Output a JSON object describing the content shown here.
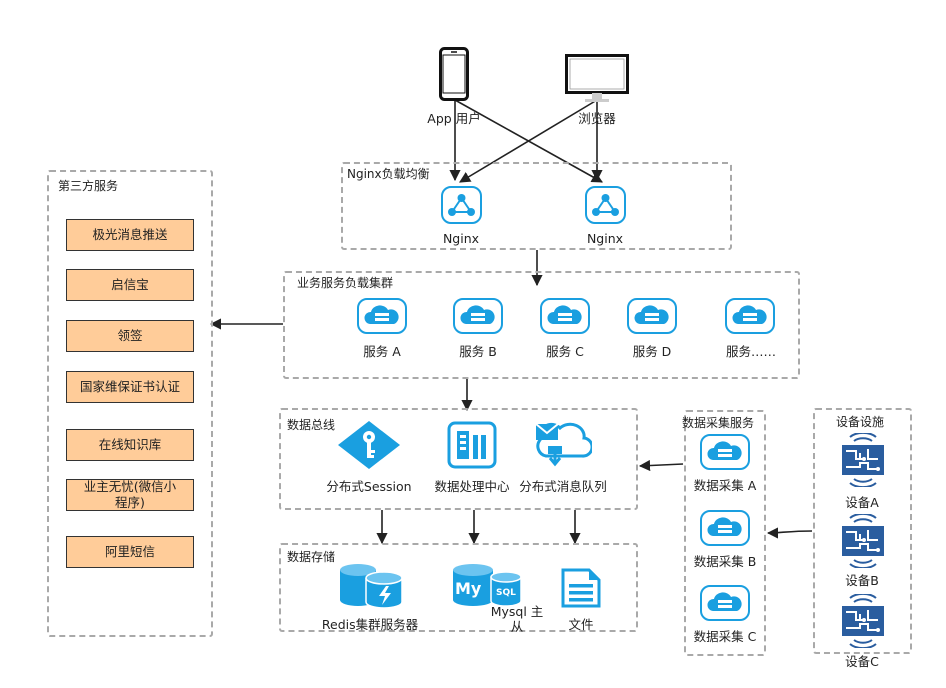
{
  "clients": {
    "app_label": "App 用户",
    "browser_label": "浏览器"
  },
  "nginx": {
    "title": "Nginx负载均衡",
    "nodes": [
      "Nginx",
      "Nginx"
    ]
  },
  "business": {
    "title": "业务服务负载集群",
    "services": [
      "服务 A",
      "服务 B",
      "服务 C",
      "服务 D",
      "服务……"
    ]
  },
  "third_party": {
    "title": "第三方服务",
    "items": [
      "极光消息推送",
      "启信宝",
      "领签",
      "国家维保证书认证",
      "在线知识库",
      "业主无忧(微信小程序)",
      "阿里短信"
    ]
  },
  "bus": {
    "title": "数据总线",
    "items": [
      "分布式Session",
      "数据处理中心",
      "分布式消息队列"
    ]
  },
  "storage": {
    "title": "数据存储",
    "items": [
      "Redis集群服务器",
      "Mysql 主从",
      "文件"
    ],
    "mysql_logo_text": "My",
    "sql_logo_text": "SQL"
  },
  "collect": {
    "title": "数据采集服务",
    "items": [
      "数据采集 A",
      "数据采集 B",
      "数据采集 C"
    ]
  },
  "devices": {
    "title": "设备设施",
    "items": [
      "设备A",
      "设备B",
      "设备C"
    ]
  },
  "colors": {
    "icon_blue": "#1a9fe0",
    "box_fill": "#ffcc99",
    "dashed_border": "#a9a9a9",
    "device_blue": "#2a5d9f"
  }
}
